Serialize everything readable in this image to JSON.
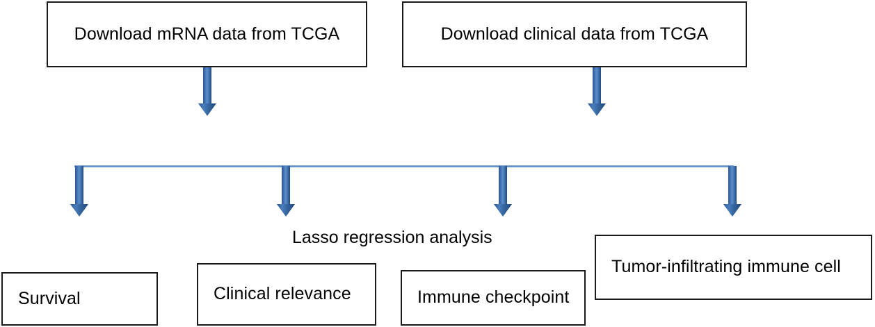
{
  "diagram": {
    "title": "Study workflow flowchart",
    "colors": {
      "box_border": "#1a1a1a",
      "box_fill": "#ffffff",
      "text": "#000000",
      "arrow_dark": "#2a5699",
      "arrow_mid": "#4a7ebb",
      "arrow_light": "#7ba3d6",
      "connector_line": "#6f98cf",
      "background": "#ffffff"
    },
    "inputs": [
      {
        "id": "mrna",
        "label": "Download mRNA data from TCGA"
      },
      {
        "id": "clinical",
        "label": "Download clinical data from TCGA"
      }
    ],
    "process": {
      "id": "lasso",
      "label": "Lasso regression analysis"
    },
    "outputs": [
      {
        "id": "survival",
        "label": "Survival"
      },
      {
        "id": "relevance",
        "label": "Clinical relevance"
      },
      {
        "id": "checkpoint",
        "label": "Immune checkpoint"
      },
      {
        "id": "tic",
        "label": "Tumor-infiltrating immune cell"
      }
    ],
    "connectors": [
      {
        "id": "arrow-mrna-down",
        "name": "down-arrow-icon",
        "from": "mrna",
        "to": "lasso"
      },
      {
        "id": "arrow-clinical-down",
        "name": "down-arrow-icon",
        "from": "clinical",
        "to": "lasso"
      },
      {
        "id": "branch-bus",
        "name": "horizontal-connector-line",
        "from": "lasso",
        "to": "outputs"
      },
      {
        "id": "arrow-branch-1",
        "name": "down-arrow-icon",
        "from": "branch-bus",
        "to": "survival"
      },
      {
        "id": "arrow-branch-2",
        "name": "down-arrow-icon",
        "from": "branch-bus",
        "to": "relevance"
      },
      {
        "id": "arrow-branch-3",
        "name": "down-arrow-icon",
        "from": "branch-bus",
        "to": "checkpoint"
      },
      {
        "id": "arrow-branch-4",
        "name": "down-arrow-icon",
        "from": "branch-bus",
        "to": "tic"
      }
    ]
  }
}
